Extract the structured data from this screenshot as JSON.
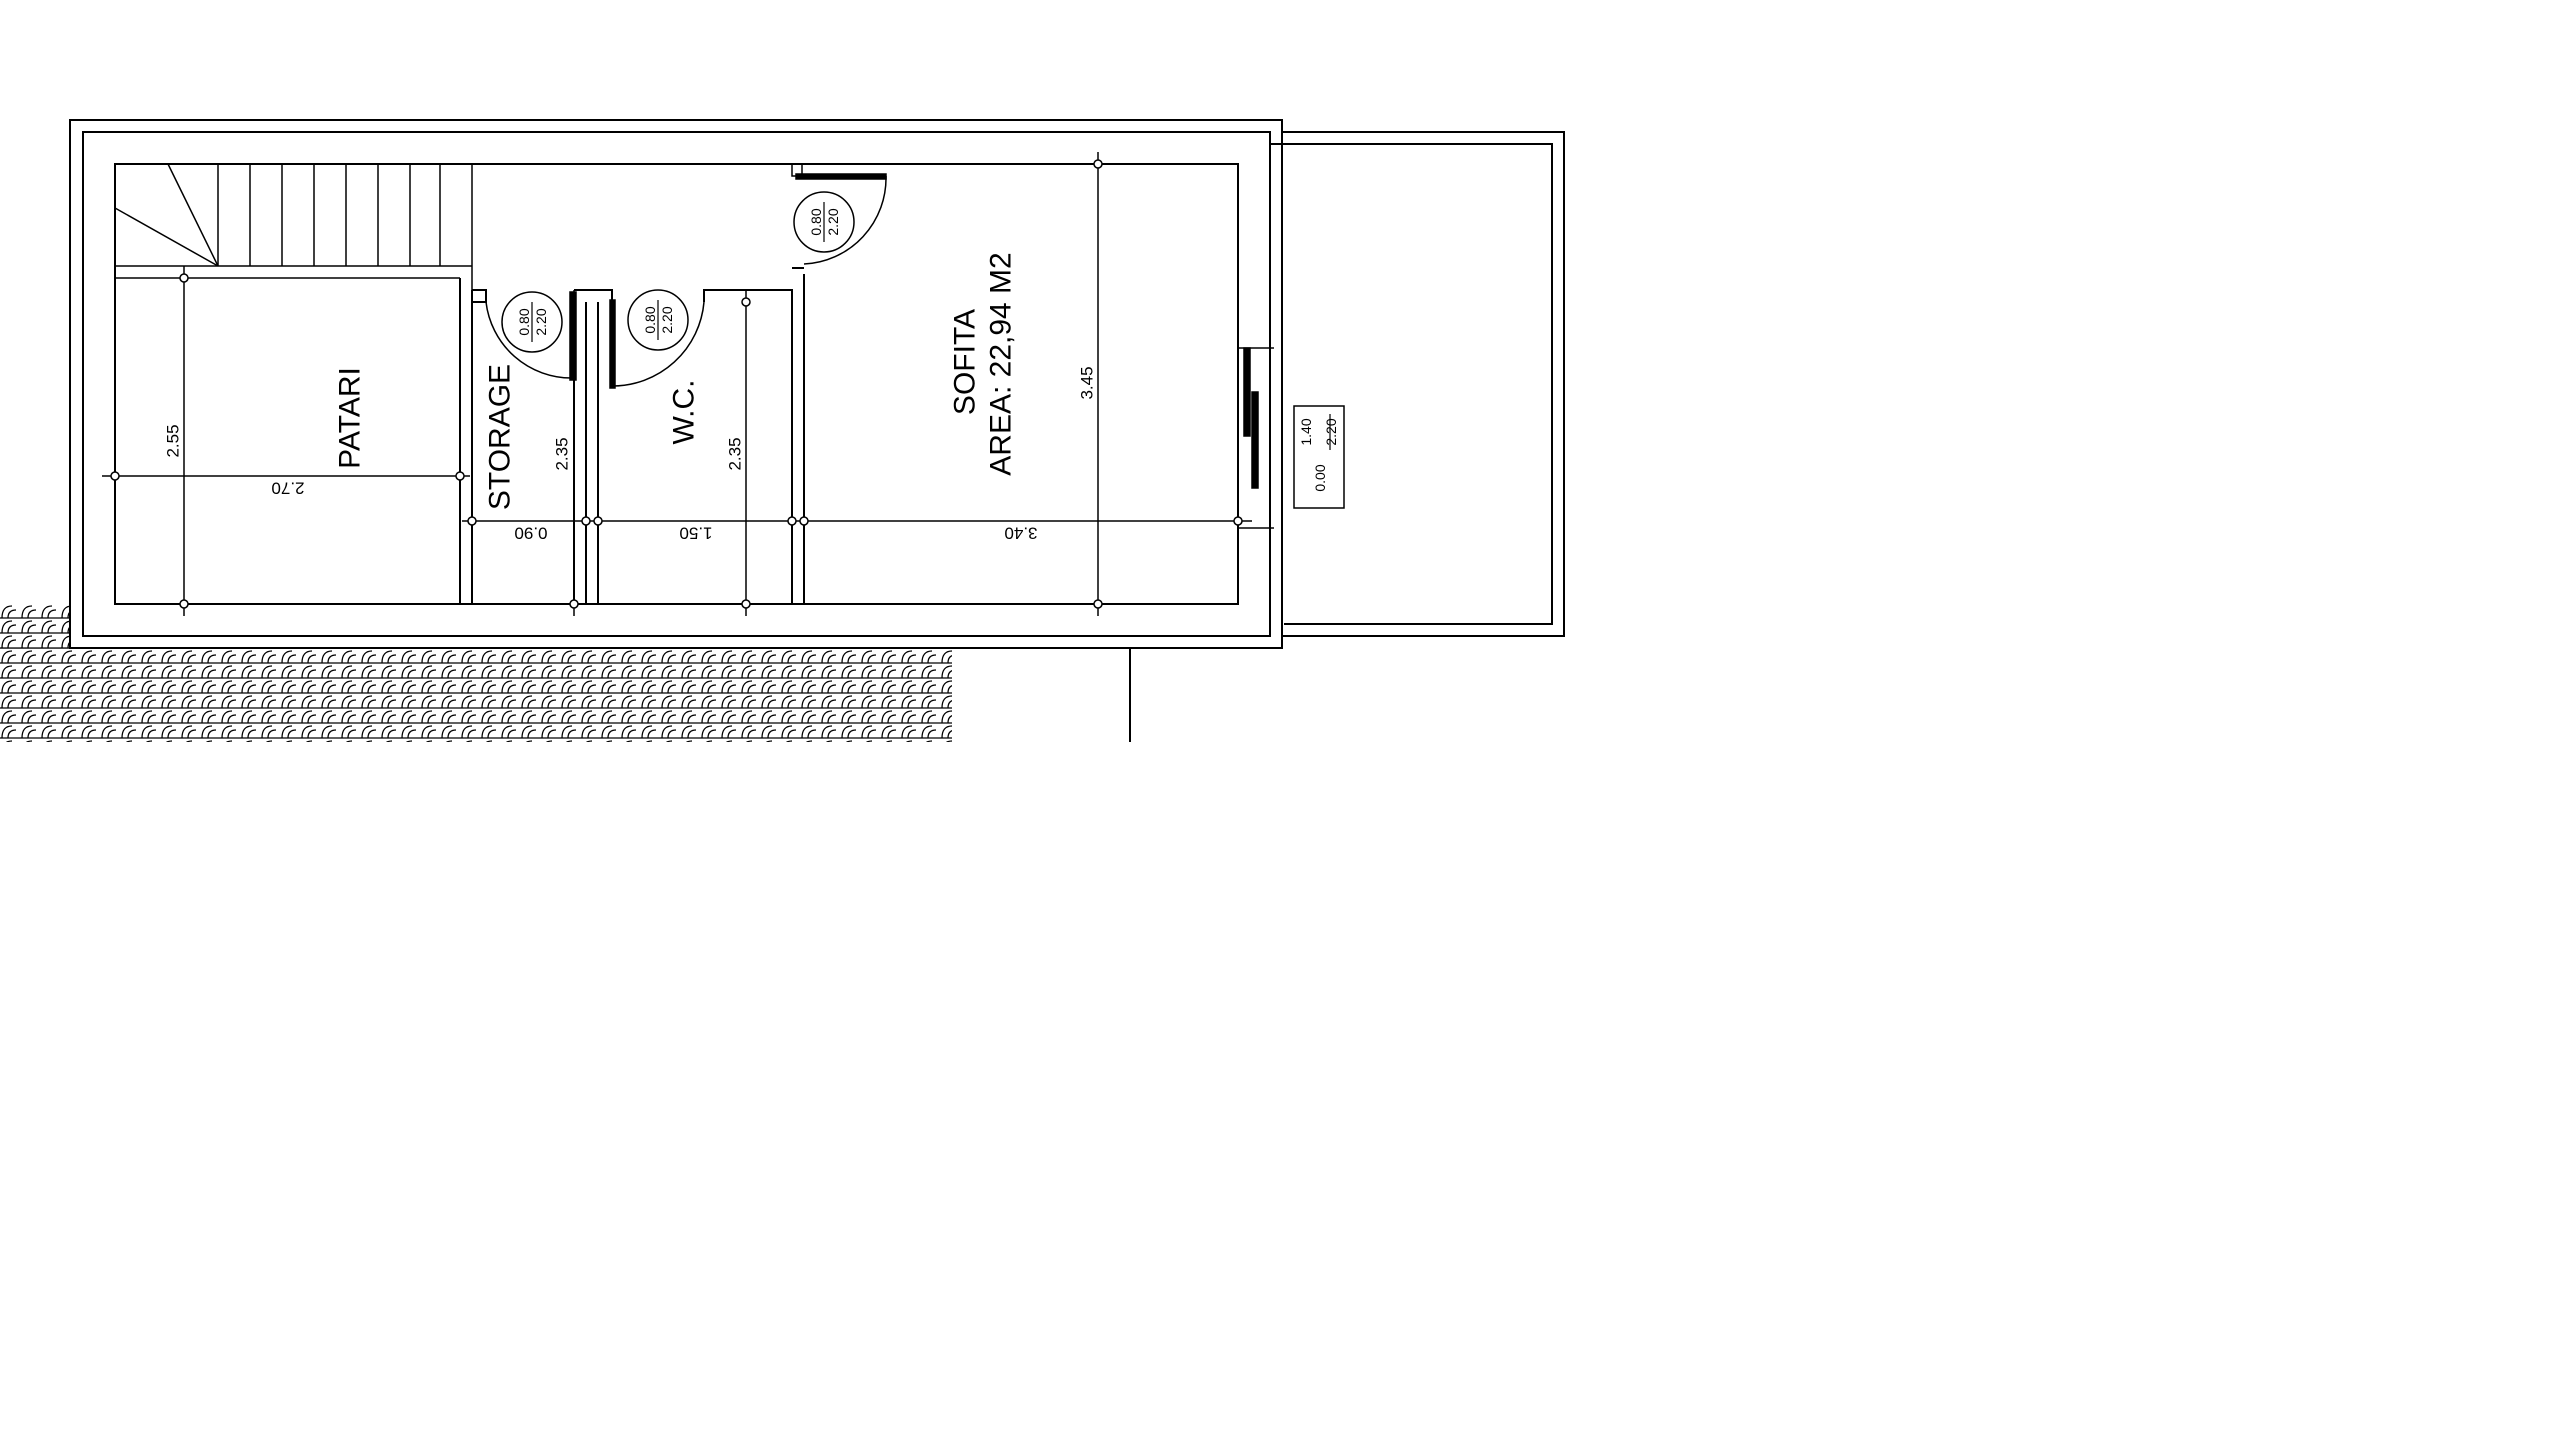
{
  "rooms": {
    "patari": "PATARI",
    "storage": "STORAGE",
    "wc": "W.C.",
    "sofita": "SOFITA",
    "sofita_area": "AREA: 22,94 M2"
  },
  "dimensions": {
    "patari_width": "2.70",
    "patari_depth": "2.55",
    "storage_width": "0.90",
    "storage_depth": "2.35",
    "wc_width": "1.50",
    "wc_depth": "2.35",
    "sofita_width": "3.40",
    "sofita_depth": "3.45"
  },
  "door_tags": {
    "storage_door": {
      "width": "0.80",
      "height": "2.20"
    },
    "wc_door": {
      "width": "0.80",
      "height": "2.20"
    },
    "sofita_door": {
      "width": "0.80",
      "height": "2.20"
    }
  },
  "window_tag": {
    "sill": "0.00",
    "width": "1.40",
    "height": "2.20"
  }
}
